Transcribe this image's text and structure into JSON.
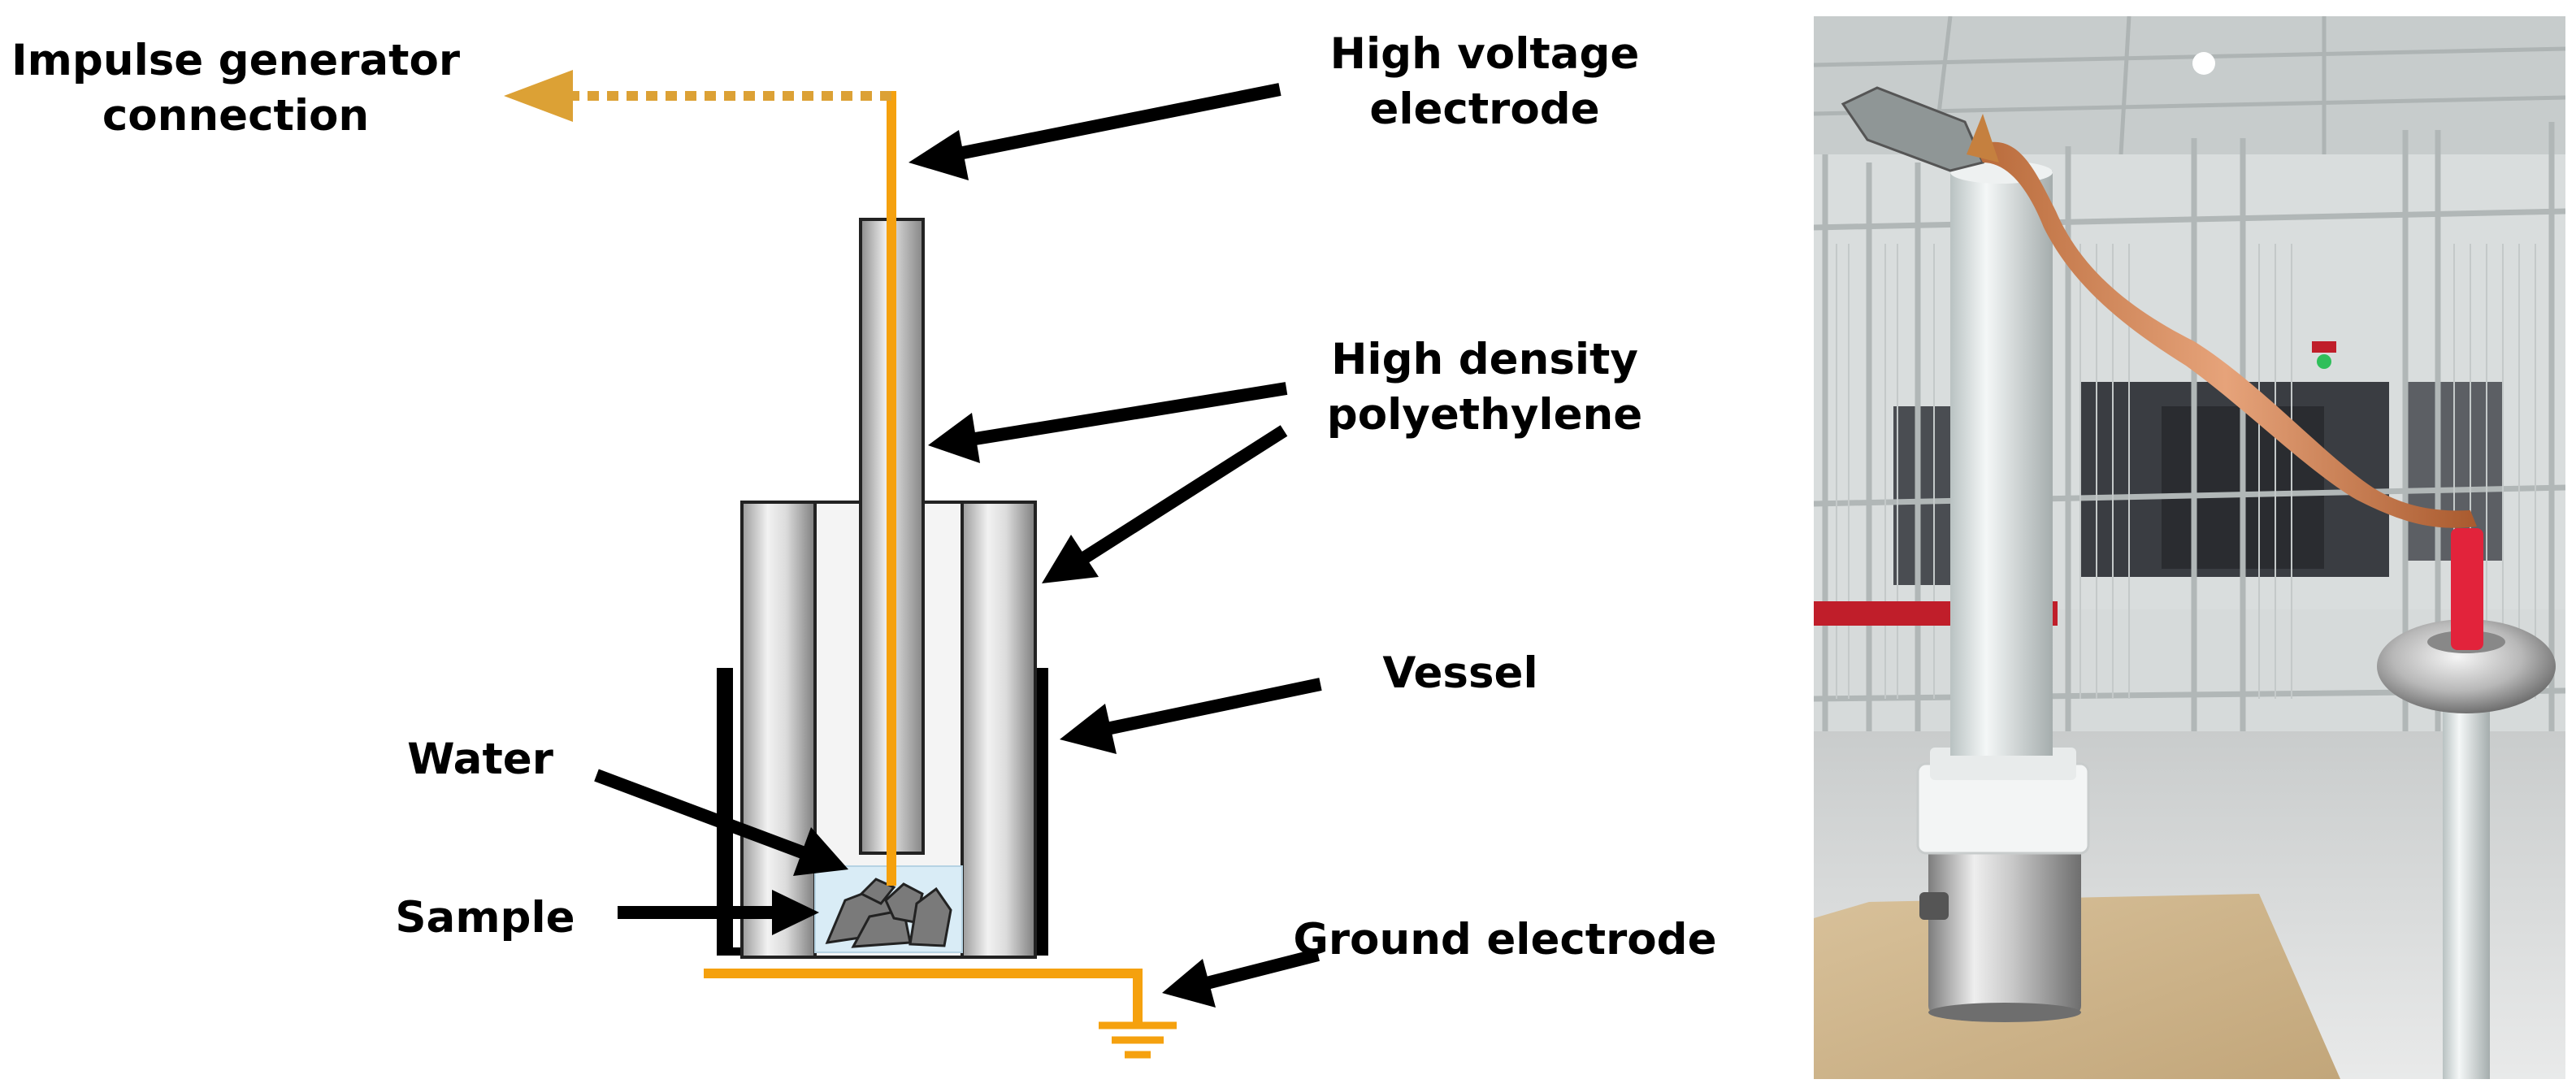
{
  "labels": {
    "impulse_line1": "Impulse generator",
    "impulse_line2": "connection",
    "hv_line1": "High voltage",
    "hv_line2": "electrode",
    "hdpe_line1": "High density",
    "hdpe_line2": "polyethylene",
    "vessel": "Vessel",
    "water": "Water",
    "sample": "Sample",
    "ground": "Ground electrode"
  },
  "colors": {
    "conductor": "#f5a10e",
    "dashed_connection": "#dca135",
    "vessel": "#000000",
    "arrows": "#000000",
    "water": "#d9ecf6",
    "sample": "#7a7a7a"
  }
}
